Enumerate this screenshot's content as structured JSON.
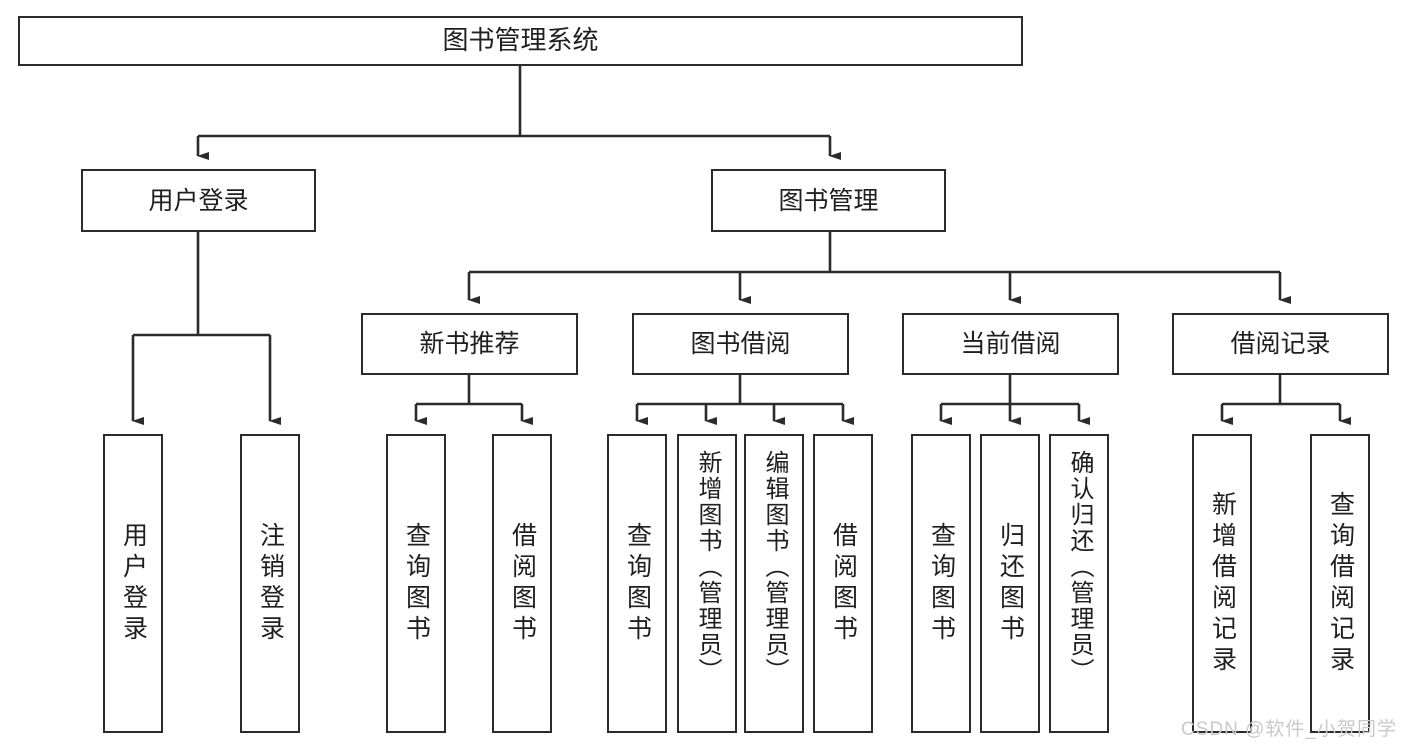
{
  "diagram": {
    "title": "图书管理系统",
    "type": "tree-hierarchy",
    "root": {
      "label": "图书管理系统"
    },
    "level2": [
      {
        "label": "用户登录"
      },
      {
        "label": "图书管理"
      }
    ],
    "level3": [
      {
        "label": "新书推荐"
      },
      {
        "label": "图书借阅"
      },
      {
        "label": "当前借阅"
      },
      {
        "label": "借阅记录"
      }
    ],
    "leaves": {
      "user_login": [
        {
          "label": "用户登录"
        },
        {
          "label": "注销登录"
        }
      ],
      "new_book_recommend": [
        {
          "label": "查询图书"
        },
        {
          "label": "借阅图书"
        }
      ],
      "book_borrow": [
        {
          "label": "查询图书"
        },
        {
          "label": "新增图书（管理员）"
        },
        {
          "label": "编辑图书（管理员）"
        },
        {
          "label": "借阅图书"
        }
      ],
      "current_borrow": [
        {
          "label": "查询图书"
        },
        {
          "label": "归还图书"
        },
        {
          "label": "确认归还（管理员）"
        }
      ],
      "borrow_records": [
        {
          "label": "新增借阅记录"
        },
        {
          "label": "查询借阅记录"
        }
      ]
    }
  },
  "watermark": {
    "text": "CSDN @软件_小贺同学"
  },
  "colors": {
    "stroke": "#2b2b2b",
    "fill": "#ffffff",
    "text": "#1f1f1f",
    "watermark": "#c9c9c9"
  }
}
